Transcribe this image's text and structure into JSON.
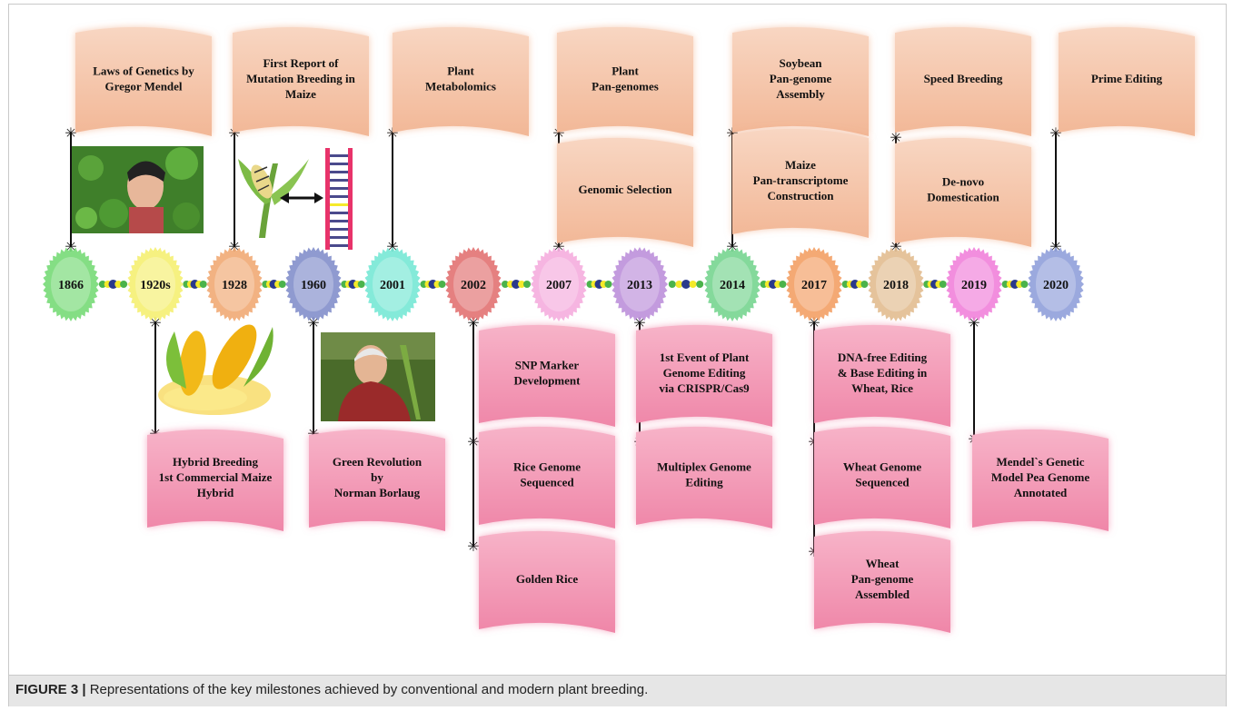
{
  "caption": {
    "label": "FIGURE 3 |",
    "text": " Representations of the key milestones achieved by conventional and modern plant breeding."
  },
  "colors": {
    "top_flag": "#f4c4a8",
    "bottom_flag": "#f29ab5",
    "connector_dark": "#2b3a8c",
    "connector_yellow": "#f5ea2a",
    "connector_green": "#4bb34b"
  },
  "years": [
    {
      "label": "1866",
      "color": "#6fd86f"
    },
    {
      "label": "1920s",
      "color": "#f4ef6a"
    },
    {
      "label": "1928",
      "color": "#f0a56c"
    },
    {
      "label": "1960",
      "color": "#7b88c8"
    },
    {
      "label": "2001",
      "color": "#6fe6d2"
    },
    {
      "label": "2002",
      "color": "#e06a6a"
    },
    {
      "label": "2007",
      "color": "#f5a8dc"
    },
    {
      "label": "2013",
      "color": "#b88ad8"
    },
    {
      "label": "2014",
      "color": "#6ed28a"
    },
    {
      "label": "2017",
      "color": "#f29a5c"
    },
    {
      "label": "2018",
      "color": "#e0b88a"
    },
    {
      "label": "2019",
      "color": "#f07ad8"
    },
    {
      "label": "2020",
      "color": "#8a9ad8"
    }
  ],
  "top_flags": [
    {
      "lines": [
        "Laws of Genetics by",
        "Gregor Mendel"
      ]
    },
    {
      "lines": [
        "First Report of",
        "Mutation Breeding in",
        "Maize"
      ]
    },
    {
      "lines": [
        "Plant",
        "Metabolomics"
      ]
    },
    {
      "lines": [
        "Plant",
        "Pan-genomes"
      ]
    },
    {
      "lines": [
        "Genomic Selection"
      ]
    },
    {
      "lines": [
        "Soybean",
        "Pan-genome",
        "Assembly"
      ]
    },
    {
      "lines": [
        "Maize",
        "Pan-transcriptome",
        "Construction"
      ]
    },
    {
      "lines": [
        "Speed Breeding"
      ]
    },
    {
      "lines": [
        "De-novo",
        "Domestication"
      ]
    },
    {
      "lines": [
        "Prime Editing"
      ]
    }
  ],
  "bottom_flags": [
    {
      "lines": [
        "Hybrid Breeding",
        "1st Commercial Maize",
        "Hybrid"
      ]
    },
    {
      "lines": [
        "Green Revolution",
        "by",
        "Norman Borlaug"
      ]
    },
    {
      "lines": [
        "SNP Marker",
        "Development"
      ]
    },
    {
      "lines": [
        "Rice Genome",
        "Sequenced"
      ]
    },
    {
      "lines": [
        "Golden Rice"
      ]
    },
    {
      "lines": [
        "1st Event of Plant",
        "Genome Editing",
        "via CRISPR/Cas9"
      ]
    },
    {
      "lines": [
        "Multiplex Genome",
        "Editing"
      ]
    },
    {
      "lines": [
        "DNA-free Editing",
        "& Base Editing in",
        "Wheat, Rice"
      ]
    },
    {
      "lines": [
        "Wheat Genome",
        "Sequenced"
      ]
    },
    {
      "lines": [
        "Wheat",
        "Pan-genome",
        "Assembled"
      ]
    },
    {
      "lines": [
        "Mendel`s Genetic",
        "Model Pea Genome",
        "Annotated"
      ]
    }
  ],
  "images": [
    {
      "name": "mendel-illustration"
    },
    {
      "name": "mutant-maize-illustration"
    },
    {
      "name": "dna-ladder-illustration"
    },
    {
      "name": "corn-cobs-illustration"
    },
    {
      "name": "borlaug-photo"
    }
  ]
}
